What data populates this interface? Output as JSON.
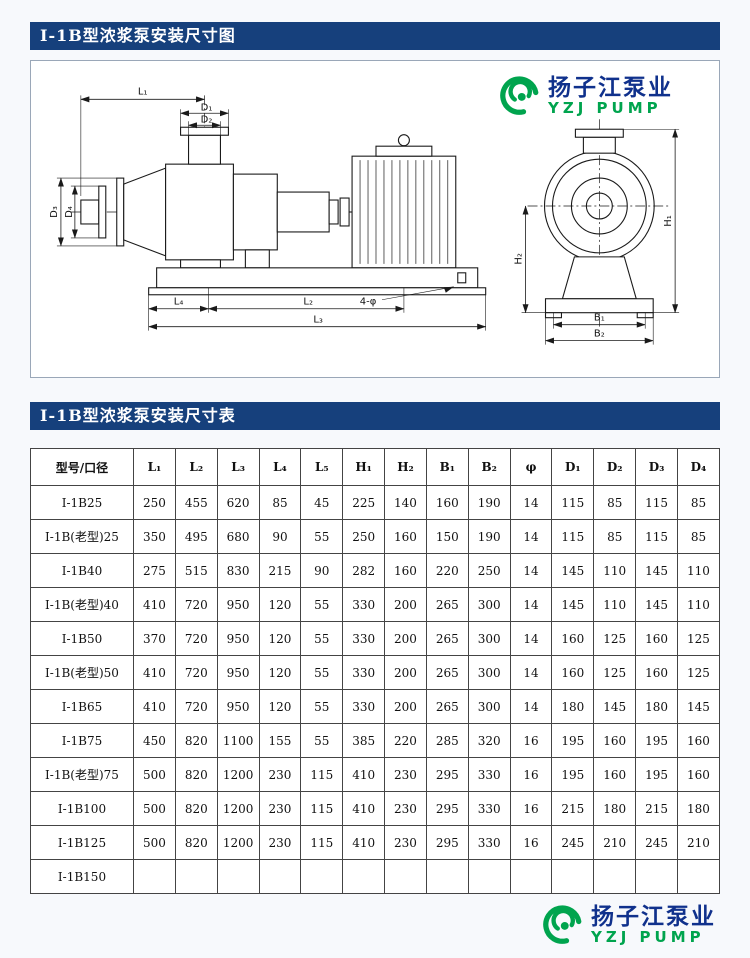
{
  "headers": {
    "diagram_title": "I-1B型浓浆泵安装尺寸图",
    "table_title": "I-1B型浓浆泵安装尺寸表"
  },
  "logo": {
    "name_cn": "扬子江泵业",
    "name_en": "YZJ PUMP"
  },
  "colors": {
    "section_header_bg": "#16407c",
    "brand_green": "#00a44e",
    "brand_blue": "#10318c",
    "drawing_line": "#1a1a1a"
  },
  "diagram": {
    "dims": {
      "L1": "L₁",
      "L2": "L₂",
      "L3": "L₃",
      "L4": "L₄",
      "D1": "D₁",
      "D2": "D₂",
      "D3": "D₃",
      "D4": "D₄",
      "H1": "H₁",
      "H2": "H₂",
      "B1": "B₁",
      "B2": "B₂",
      "bolt_hole": "4-φ"
    }
  },
  "table": {
    "columns": [
      "型号/口径",
      "L₁",
      "L₂",
      "L₃",
      "L₄",
      "L₅",
      "H₁",
      "H₂",
      "B₁",
      "B₂",
      "φ",
      "D₁",
      "D₂",
      "D₃",
      "D₄"
    ],
    "rows": [
      [
        "I-1B25",
        "250",
        "455",
        "620",
        "85",
        "45",
        "225",
        "140",
        "160",
        "190",
        "14",
        "115",
        "85",
        "115",
        "85"
      ],
      [
        "I-1B(老型)25",
        "350",
        "495",
        "680",
        "90",
        "55",
        "250",
        "160",
        "150",
        "190",
        "14",
        "115",
        "85",
        "115",
        "85"
      ],
      [
        "I-1B40",
        "275",
        "515",
        "830",
        "215",
        "90",
        "282",
        "160",
        "220",
        "250",
        "14",
        "145",
        "110",
        "145",
        "110"
      ],
      [
        "I-1B(老型)40",
        "410",
        "720",
        "950",
        "120",
        "55",
        "330",
        "200",
        "265",
        "300",
        "14",
        "145",
        "110",
        "145",
        "110"
      ],
      [
        "I-1B50",
        "370",
        "720",
        "950",
        "120",
        "55",
        "330",
        "200",
        "265",
        "300",
        "14",
        "160",
        "125",
        "160",
        "125"
      ],
      [
        "I-1B(老型)50",
        "410",
        "720",
        "950",
        "120",
        "55",
        "330",
        "200",
        "265",
        "300",
        "14",
        "160",
        "125",
        "160",
        "125"
      ],
      [
        "I-1B65",
        "410",
        "720",
        "950",
        "120",
        "55",
        "330",
        "200",
        "265",
        "300",
        "14",
        "180",
        "145",
        "180",
        "145"
      ],
      [
        "I-1B75",
        "450",
        "820",
        "1100",
        "155",
        "55",
        "385",
        "220",
        "285",
        "320",
        "16",
        "195",
        "160",
        "195",
        "160"
      ],
      [
        "I-1B(老型)75",
        "500",
        "820",
        "1200",
        "230",
        "115",
        "410",
        "230",
        "295",
        "330",
        "16",
        "195",
        "160",
        "195",
        "160"
      ],
      [
        "I-1B100",
        "500",
        "820",
        "1200",
        "230",
        "115",
        "410",
        "230",
        "295",
        "330",
        "16",
        "215",
        "180",
        "215",
        "180"
      ],
      [
        "I-1B125",
        "500",
        "820",
        "1200",
        "230",
        "115",
        "410",
        "230",
        "295",
        "330",
        "16",
        "245",
        "210",
        "245",
        "210"
      ],
      [
        "I-1B150",
        "",
        "",
        "",
        "",
        "",
        "",
        "",
        "",
        "",
        "",
        "",
        "",
        "",
        ""
      ]
    ]
  }
}
